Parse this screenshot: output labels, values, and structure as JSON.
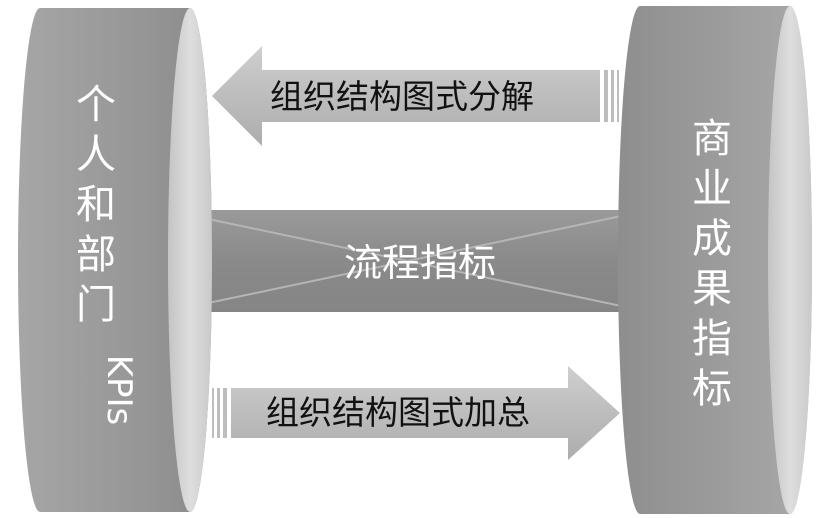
{
  "left_drum": {
    "chars": [
      "个",
      "人",
      "和",
      "部",
      "门"
    ],
    "suffix": "KPIs"
  },
  "right_drum": {
    "chars": [
      "商",
      "业",
      "成",
      "果",
      "指",
      "标"
    ]
  },
  "arrow_top": {
    "label": "组织结构图式分解"
  },
  "arrow_bottom": {
    "label": "组织结构图式加总"
  },
  "center_bar": {
    "label": "流程指标"
  },
  "colors": {
    "drum_body": "#9d9d9d",
    "drum_cap": "#d0d0d0",
    "bar": "#8c8c8c",
    "arrow": "#bdbdbd",
    "text_light": "#ffffff",
    "text_dark": "#111111"
  }
}
